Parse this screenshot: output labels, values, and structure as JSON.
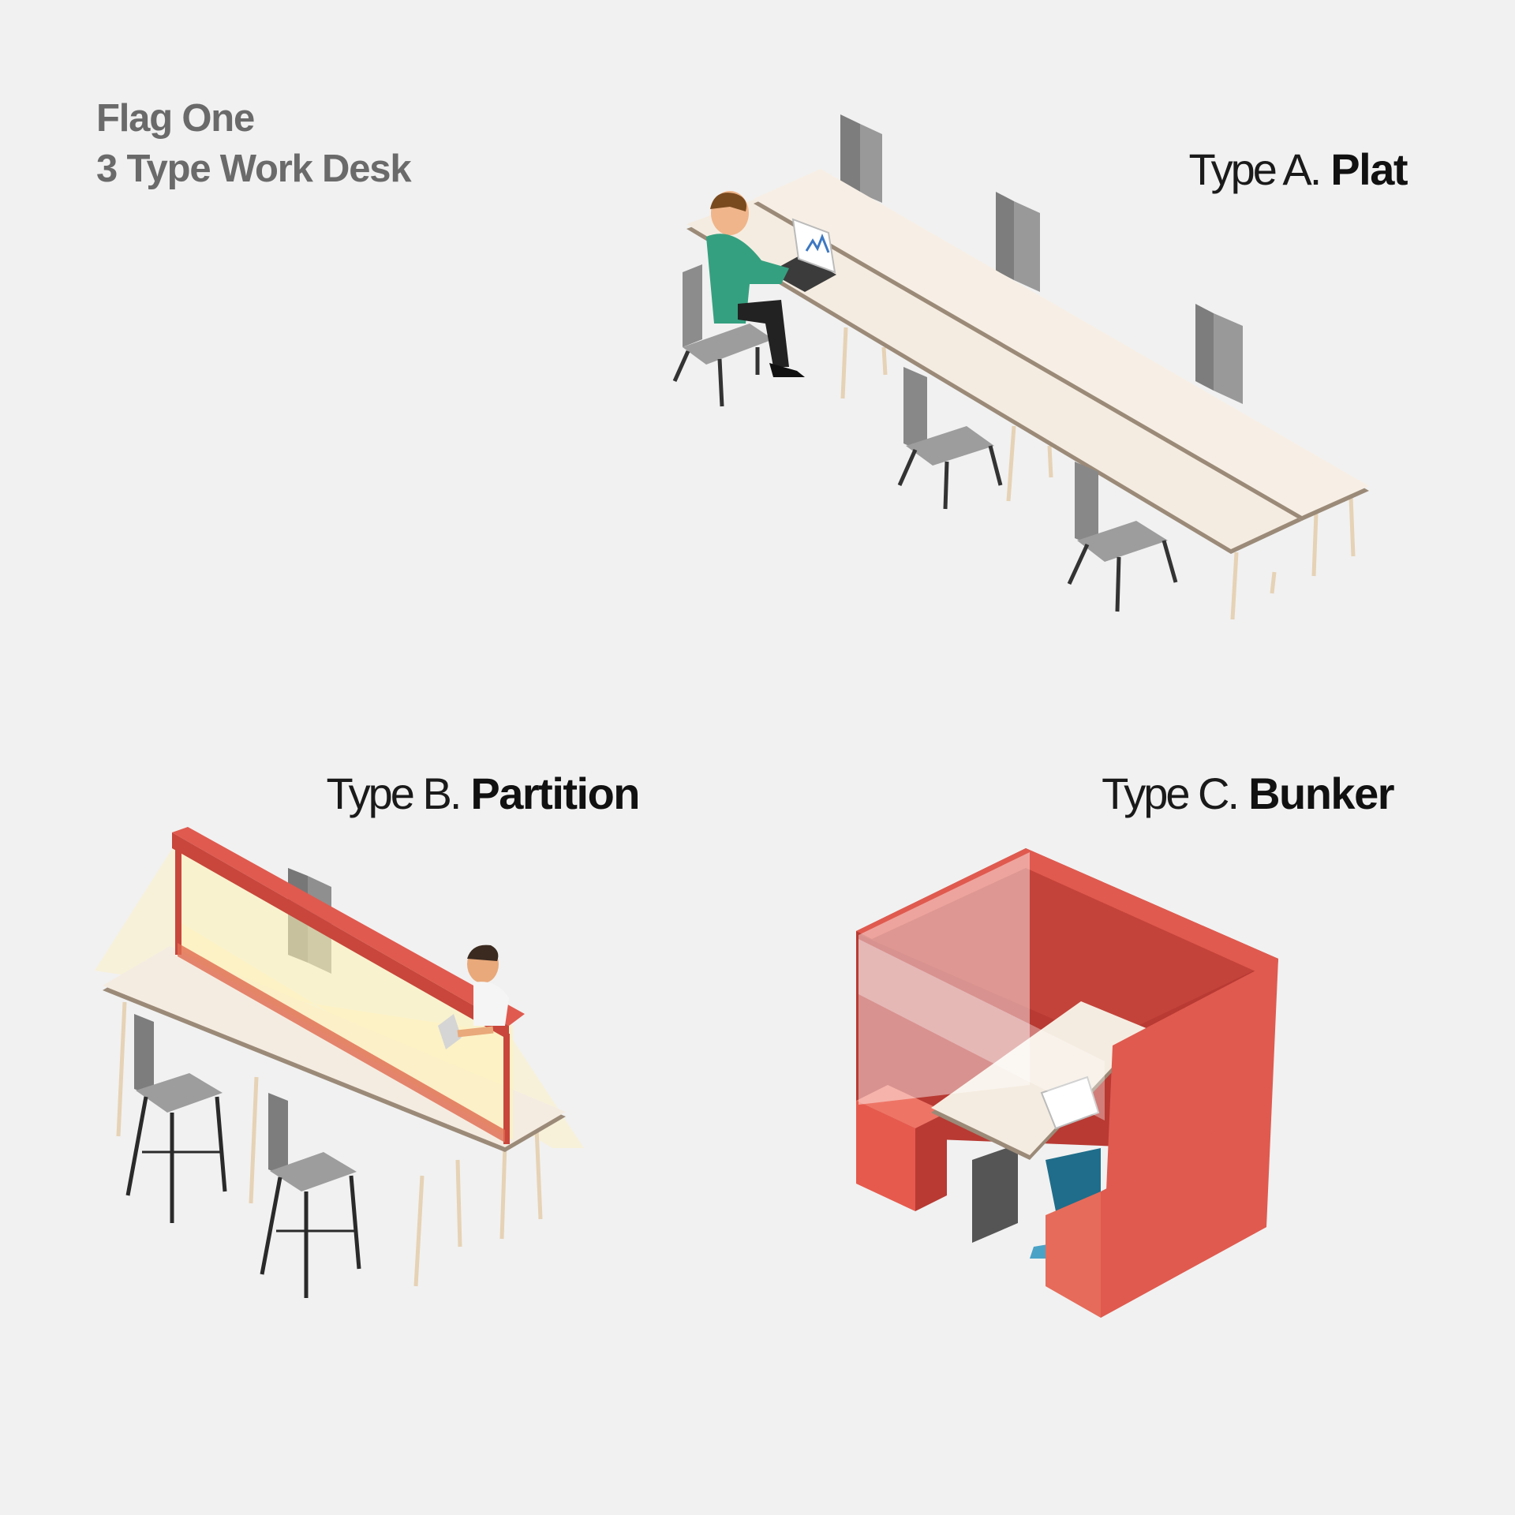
{
  "heading": {
    "line1": "Flag One",
    "line2": "3 Type Work Desk"
  },
  "types": [
    {
      "prefix": "Type A.",
      "name": "Plat"
    },
    {
      "prefix": "Type B.",
      "name": "Partition"
    },
    {
      "prefix": "Type C.",
      "name": "Bunker"
    }
  ],
  "colors": {
    "background": "#f1f1f1",
    "desk_top": "#f5ece1",
    "desk_edge": "#9b8a78",
    "chair": "#8c8c8c",
    "partition": "#e05a4f",
    "bunker": "#d9483f",
    "person_shirt": "#35a07f"
  }
}
